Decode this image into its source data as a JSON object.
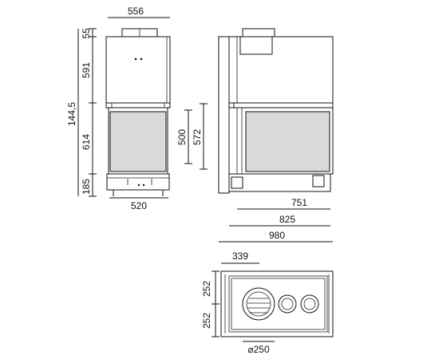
{
  "front_view": {
    "width_top": "556",
    "width_bottom": "520",
    "heights": [
      "55",
      "591",
      "614",
      "185"
    ],
    "total_height": "144,5"
  },
  "side_view": {
    "opening_heights": [
      "500",
      "572"
    ],
    "widths": [
      "751",
      "825",
      "980"
    ]
  },
  "top_view": {
    "offset": "339",
    "half_depths": [
      "252",
      "252"
    ],
    "flue_diameter": "⌀250"
  }
}
